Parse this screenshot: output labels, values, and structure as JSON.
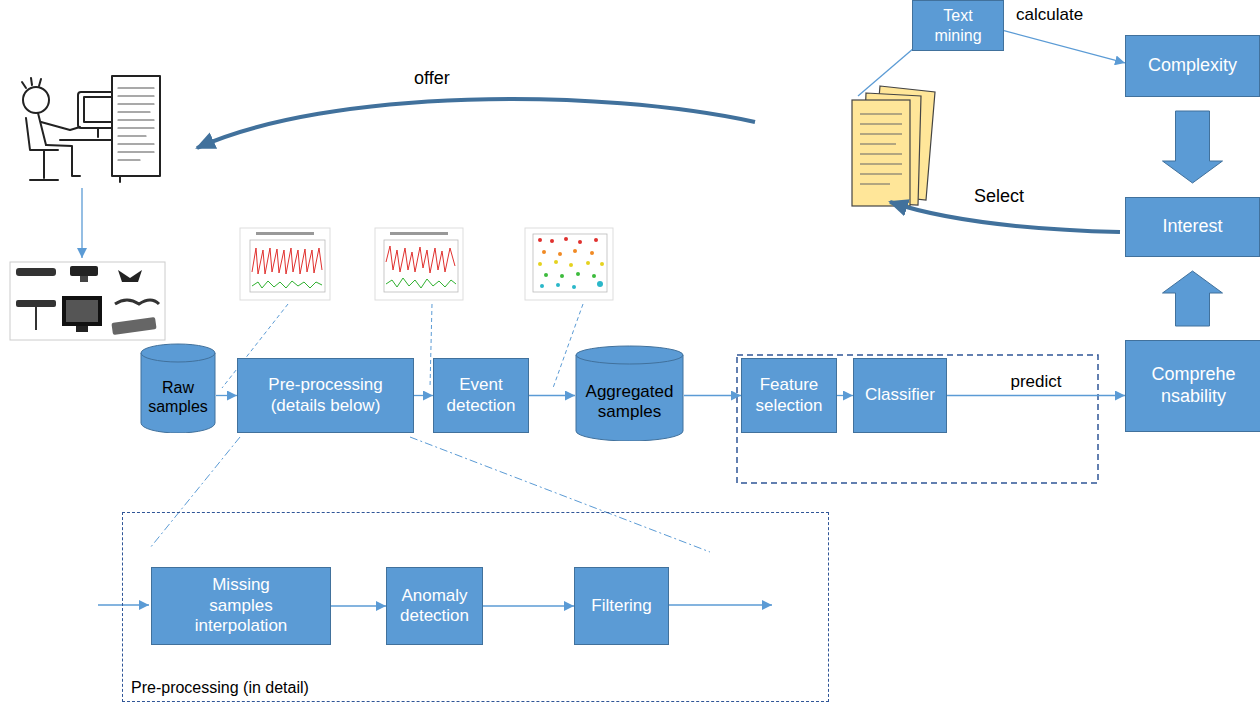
{
  "diagram": {
    "nodes": [
      {
        "text": [
          "Text mining"
        ]
      },
      {
        "text": [
          "Complexity"
        ]
      },
      {
        "text": [
          "Interest"
        ]
      },
      {
        "text": [
          "Raw samples"
        ]
      },
      {
        "text": [
          "Pre-processing (details below)"
        ]
      },
      {
        "text": [
          "Event detection"
        ]
      },
      {
        "text": [
          "Aggregated samples"
        ]
      },
      {
        "text": [
          "Feature selection"
        ]
      },
      {
        "text": [
          "Classifier"
        ]
      },
      {
        "text": [
          "Comprehe nsability"
        ]
      },
      {
        "text": [
          "Pre-processing (in detail)"
        ]
      },
      {
        "text": [
          "Missing samples interpolation"
        ],
        "in": 10
      },
      {
        "text": [
          "Anomaly detection"
        ],
        "in": 10
      },
      {
        "text": [
          "Filtering"
        ],
        "in": 10
      }
    ],
    "edges": [
      {
        "from": 0,
        "to": 1,
        "label": "calculate",
        "arrow": "to"
      },
      {
        "from": 1,
        "to": 2,
        "arrow": "to"
      },
      {
        "from": 9,
        "to": 2,
        "arrow": "to"
      },
      {
        "from": 3,
        "to": 4,
        "arrow": "to"
      },
      {
        "from": 4,
        "to": 5,
        "arrow": "to"
      },
      {
        "from": 5,
        "to": 6,
        "arrow": "to"
      },
      {
        "from": 6,
        "to": 7,
        "arrow": "to"
      },
      {
        "from": 7,
        "to": 8,
        "arrow": "to"
      },
      {
        "from": 8,
        "to": 9,
        "label": "predict",
        "arrow": "to"
      },
      {
        "from": 11,
        "to": 12,
        "arrow": "to"
      },
      {
        "from": 12,
        "to": 13,
        "arrow": "to"
      }
    ],
    "labels": [
      "offer",
      "Select"
    ]
  }
}
